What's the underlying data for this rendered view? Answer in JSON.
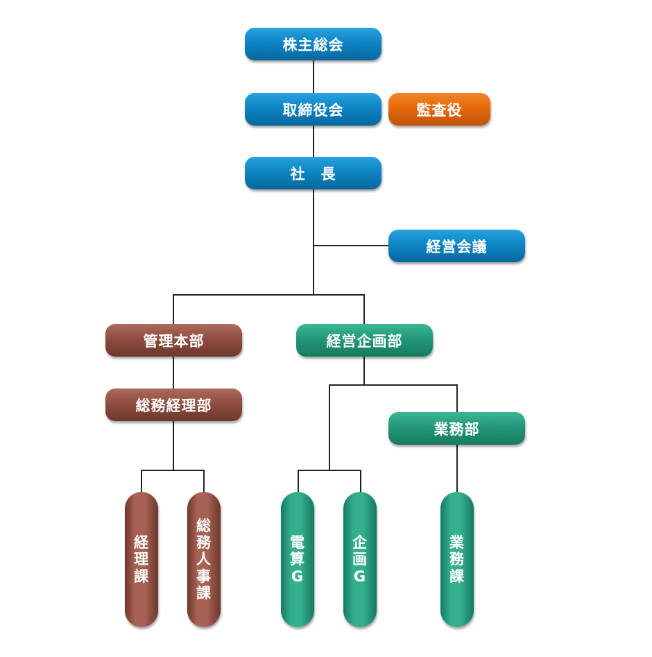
{
  "nodes": {
    "shareholders": "株主総会",
    "board": "取締役会",
    "auditor": "監査役",
    "president": "社　長",
    "management_meeting": "経営会議",
    "admin_hq": "管理本部",
    "planning_dept": "経営企画部",
    "general_affairs_dept": "総務経理部",
    "business_dept": "業務部",
    "accounting_section": "経\n理\n課",
    "hr_section": "総\n務\n人\n事\n課",
    "computing_group": "電\n算\nG",
    "planning_group": "企\n画\nG",
    "business_section": "業\n務\n課"
  },
  "colors": {
    "top": "#0e85c4",
    "auditor": "#e46a0c",
    "admin": "#8f4e41",
    "planning": "#24977a"
  }
}
